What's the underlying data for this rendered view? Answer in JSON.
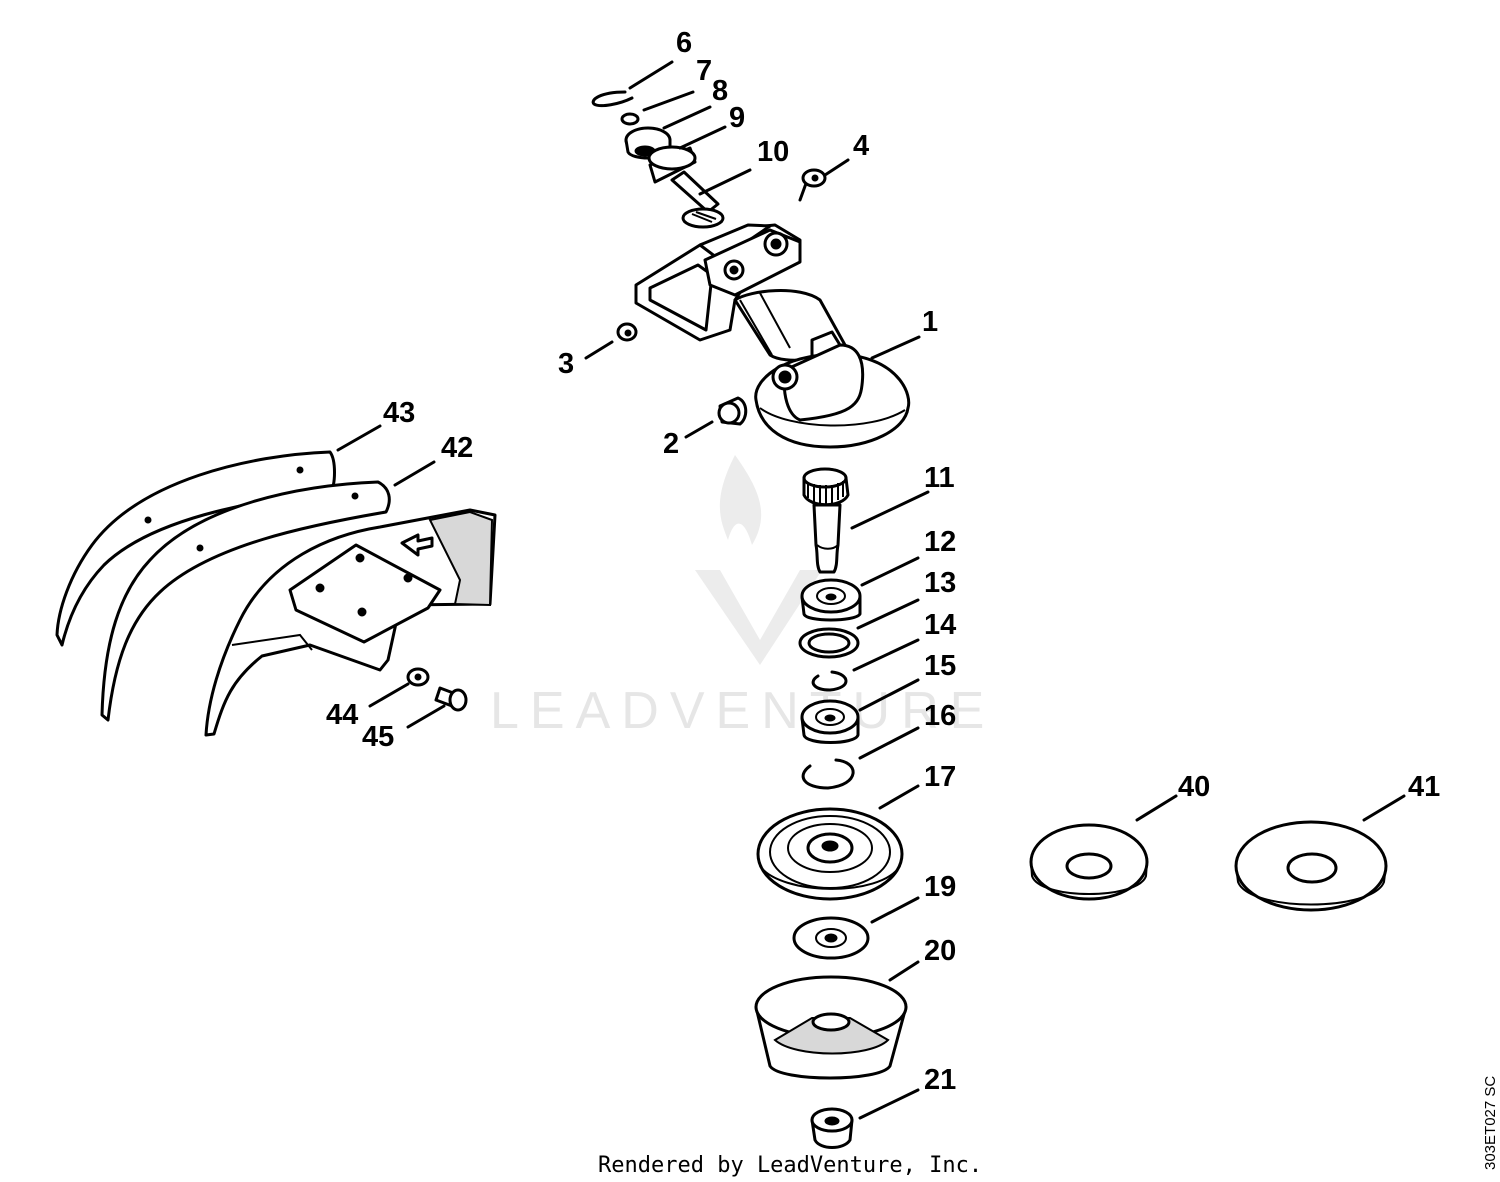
{
  "watermark": {
    "text": "LEADVENTURE"
  },
  "footer": {
    "rendered_by": "Rendered by LeadVenture, Inc."
  },
  "diagram_code": "303ET027 SC",
  "callouts": {
    "c1": "1",
    "c2": "2",
    "c3": "3",
    "c4": "4",
    "c6": "6",
    "c7": "7",
    "c8": "8",
    "c9": "9",
    "c10": "10",
    "c11": "11",
    "c12": "12",
    "c13": "13",
    "c14": "14",
    "c15": "15",
    "c16": "16",
    "c17": "17",
    "c19": "19",
    "c20": "20",
    "c21": "21",
    "c40": "40",
    "c41": "41",
    "c42": "42",
    "c43": "43",
    "c44": "44",
    "c45": "45"
  },
  "colors": {
    "line": "#000000",
    "background": "#ffffff",
    "watermark": "#e6e6e6"
  }
}
